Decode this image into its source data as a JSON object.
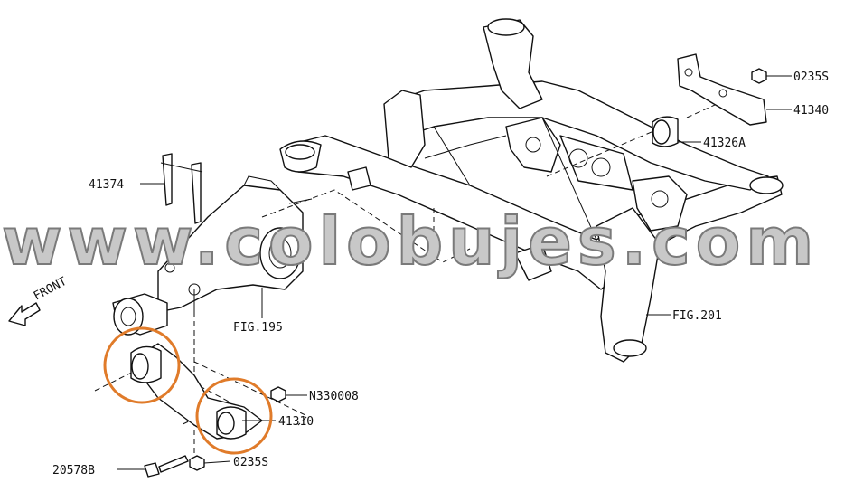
{
  "labels": {
    "p41374": "41374",
    "fig195": "FIG.195",
    "front": "FRONT",
    "p20578b": "20578B",
    "p0235s_bottom": "0235S",
    "pn330008": "N330008",
    "p41310": "41310",
    "p0235s_top": "0235S",
    "p41340": "41340",
    "p41326a": "41326A",
    "fig201": "FIG.201"
  },
  "watermark": "www.colobujes.com",
  "colors": {
    "highlight_circle": "#e07b2a",
    "line": "#111111",
    "watermark_fill": "#c8c8c8"
  }
}
